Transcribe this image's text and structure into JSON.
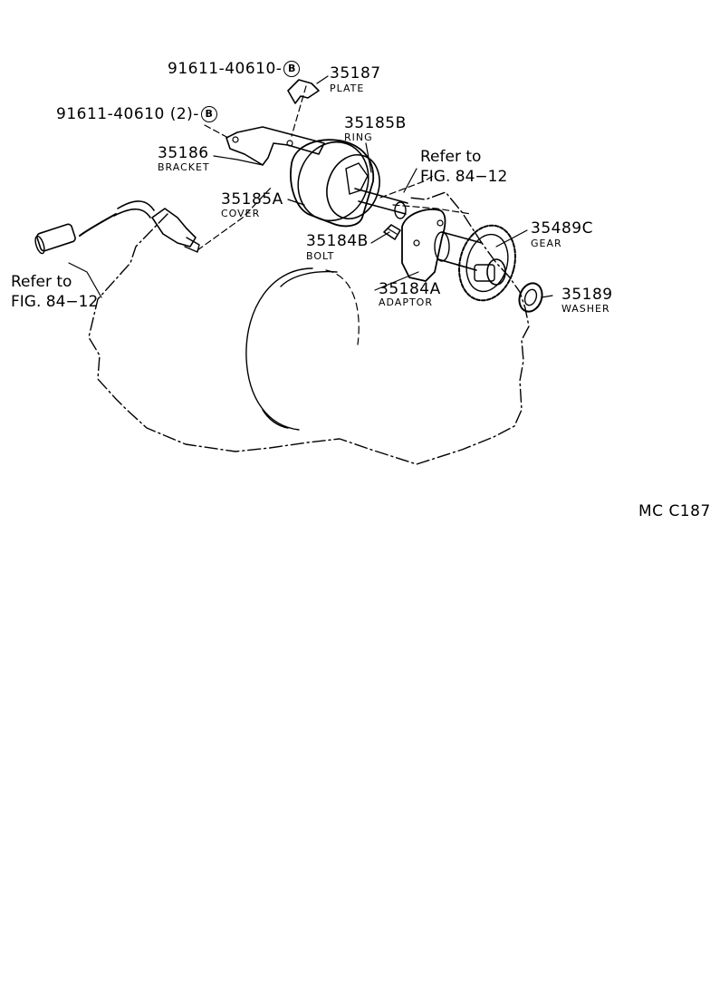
{
  "parts": [
    {
      "id": "p35187",
      "number": "35187",
      "name": "PLATE"
    },
    {
      "id": "p35185B",
      "number": "35185B",
      "name": "RING"
    },
    {
      "id": "p35186",
      "number": "35186",
      "name": "BRACKET"
    },
    {
      "id": "p35185A",
      "number": "35185A",
      "name": "COVER"
    },
    {
      "id": "p35184B",
      "number": "35184B",
      "name": "BOLT"
    },
    {
      "id": "p35184A",
      "number": "35184A",
      "name": "ADAPTOR"
    },
    {
      "id": "p35489C",
      "number": "35489C",
      "name": "GEAR"
    },
    {
      "id": "p35189",
      "number": "35189",
      "name": "WASHER"
    }
  ],
  "bolts": [
    {
      "number": "91611-40610",
      "suffix": "-",
      "marker": "B"
    },
    {
      "number": "91611-40610",
      "suffix": " (2)-",
      "marker": "B"
    }
  ],
  "refs": [
    {
      "line1": "Refer to",
      "line2": "FIG. 84−12"
    },
    {
      "line1": "Refer to",
      "line2": "FIG. 84−12"
    }
  ],
  "figure_code": "MC C187"
}
